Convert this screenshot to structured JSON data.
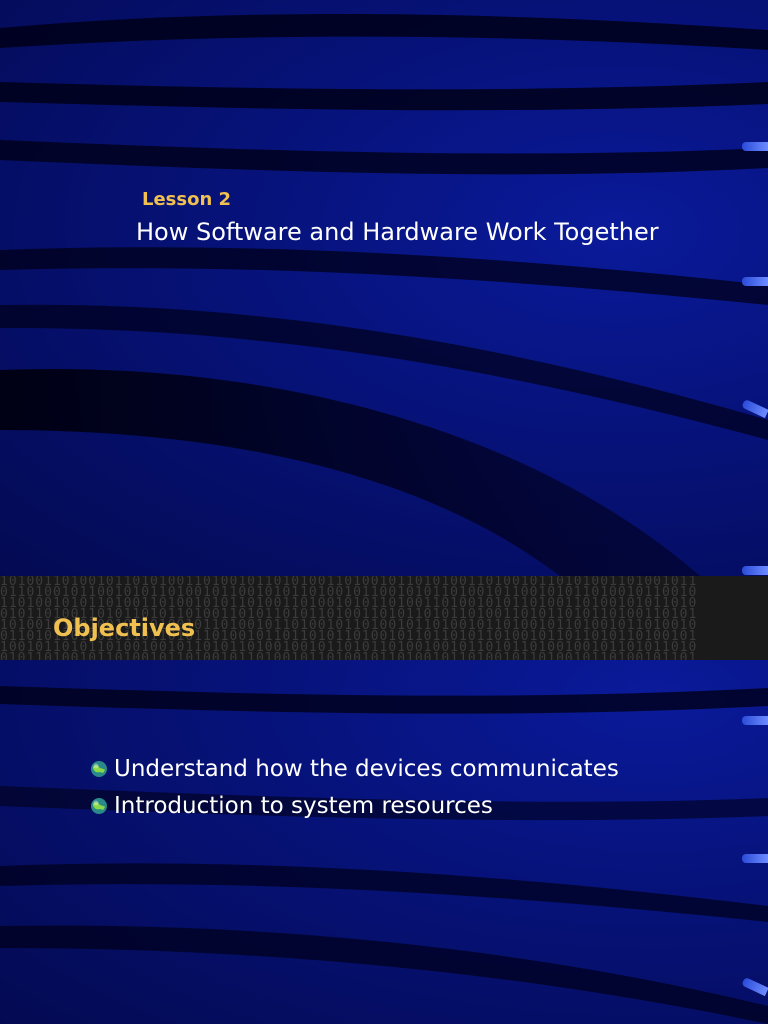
{
  "slide_1": {
    "lesson_label": "Lesson 2",
    "lesson_title": "How Software and Hardware Work Together"
  },
  "slide_2": {
    "heading": "Objectives",
    "bullets": [
      "Understand how the devices communicates",
      "Introduction to system resources"
    ]
  },
  "colors": {
    "background": "#061278",
    "heading_gold": "#f0c050",
    "text_white": "#ffffff"
  },
  "icons": {
    "bullet": "globe-icon"
  }
}
